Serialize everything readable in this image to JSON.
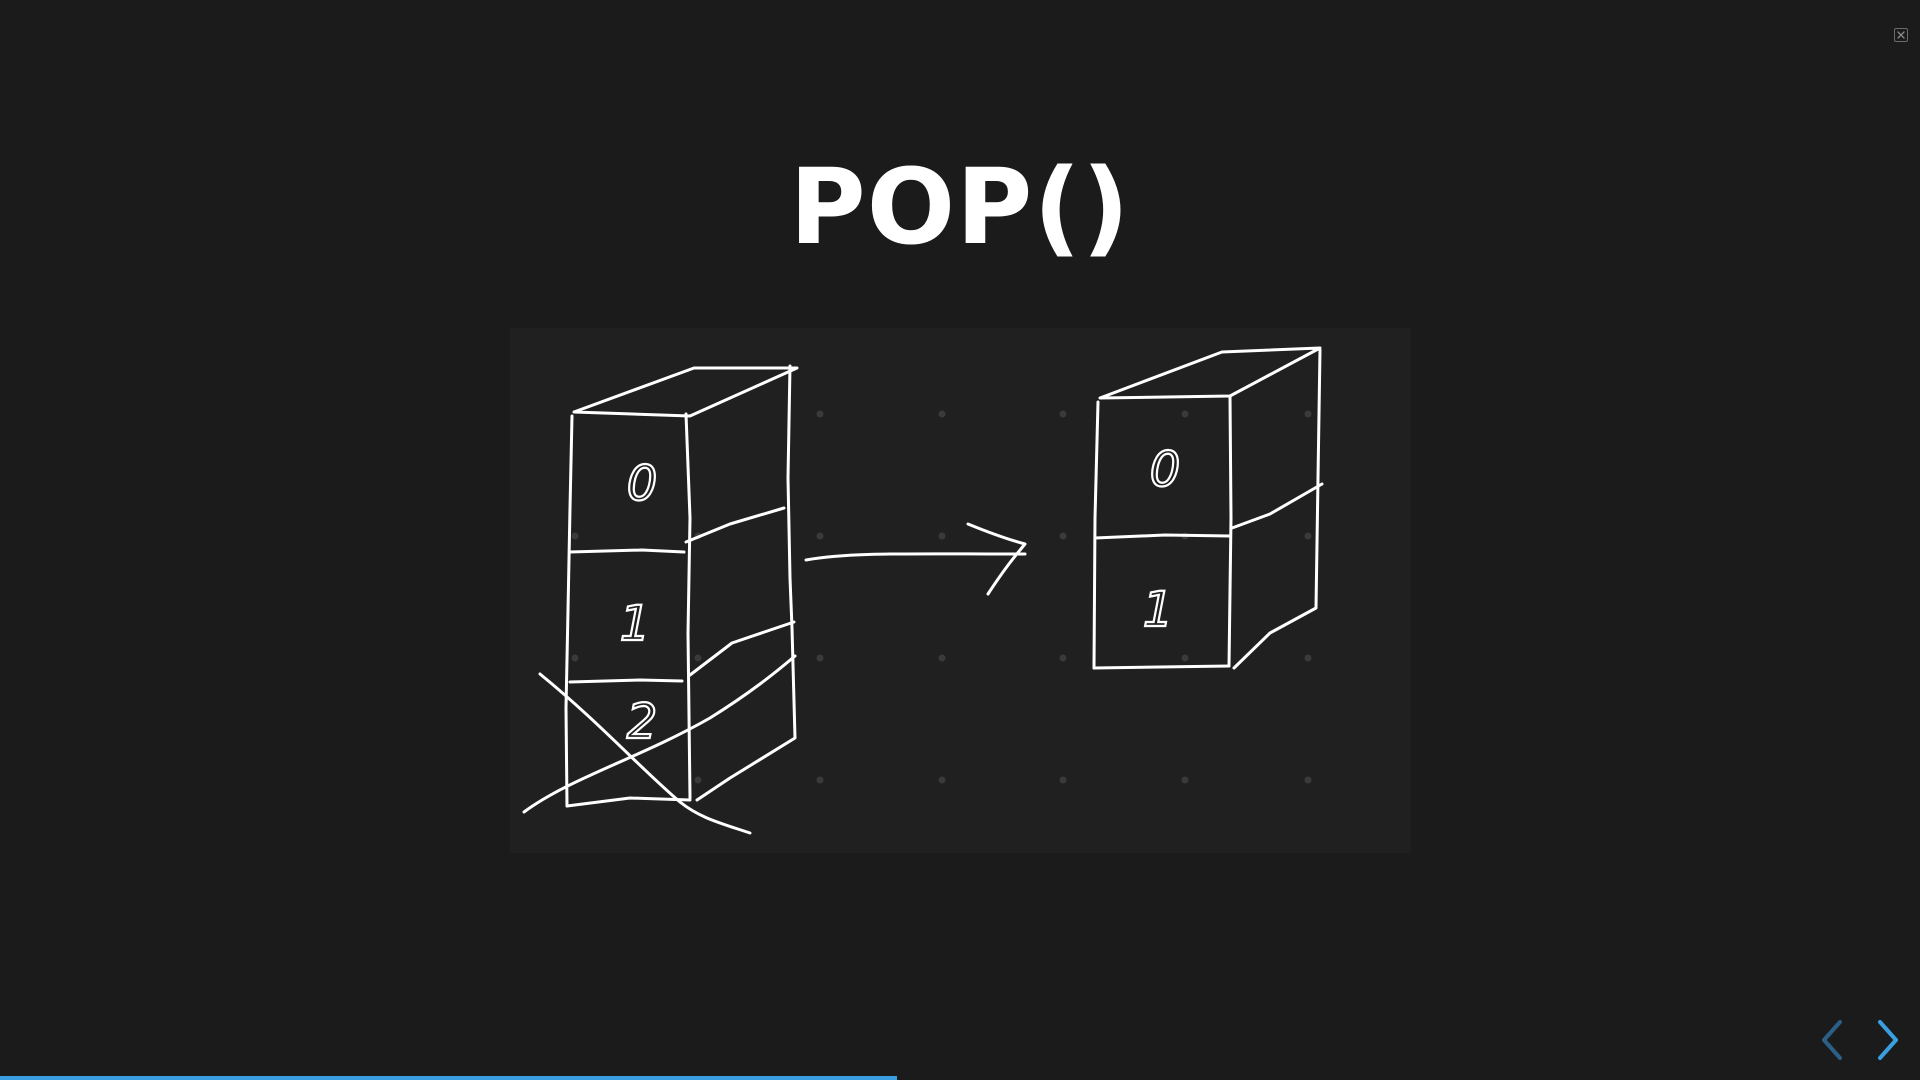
{
  "slide": {
    "title": "POP()"
  },
  "diagram": {
    "before_stack": [
      "0",
      "1",
      "2"
    ],
    "after_stack": [
      "0",
      "1"
    ],
    "popped_cell": "2"
  },
  "controls": {
    "close_icon": "close-icon",
    "prev_icon": "chevron-left-icon",
    "next_icon": "chevron-right-icon"
  },
  "progress": {
    "fraction": 0.467
  },
  "colors": {
    "background": "#1b1b1b",
    "accent": "#3a9fe0",
    "ink": "#ffffff"
  }
}
